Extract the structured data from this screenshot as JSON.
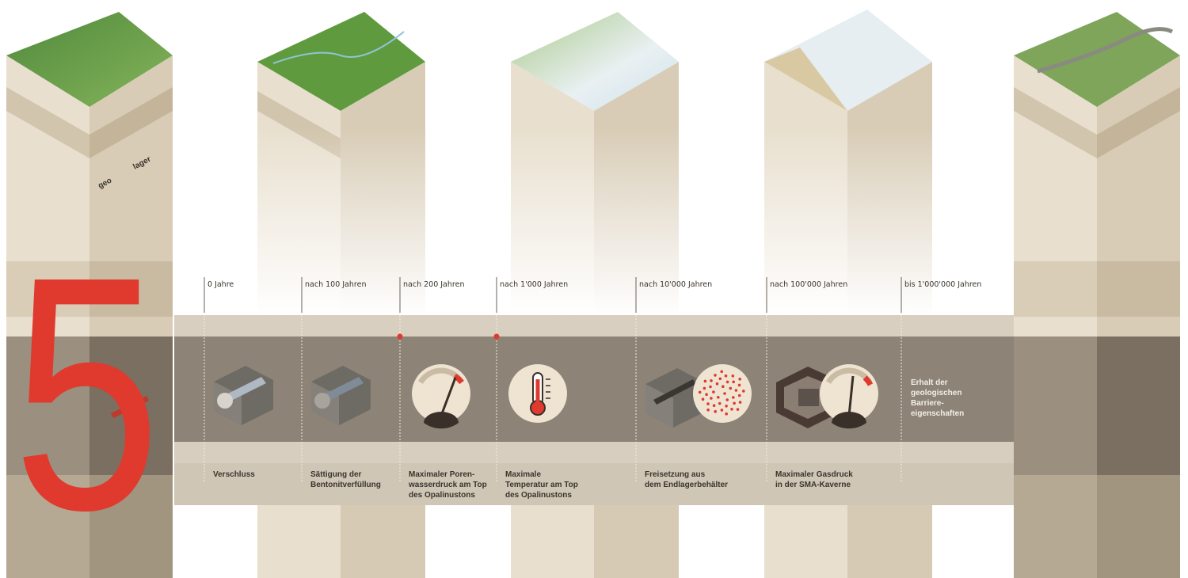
{
  "figure_number": "5",
  "timeline": [
    {
      "label": "0 Jahre",
      "caption": [
        "Verschluss"
      ],
      "icon": "backfilled-tunnel-icon"
    },
    {
      "label": "nach 100 Jahren",
      "caption": [
        "Sättigung der",
        "Bentonitverfüllung"
      ],
      "icon": "saturated-tunnel-icon"
    },
    {
      "label": "nach 200 Jahren",
      "caption": [
        "Maximaler Poren-",
        "wasserdruck am Top",
        "des Opalinustons"
      ],
      "icon": "pressure-gauge-icon"
    },
    {
      "label": "nach 1'000 Jahren",
      "caption": [
        "Maximale",
        "Temperatur am Top",
        "des Opalinustons"
      ],
      "icon": "thermometer-icon"
    },
    {
      "label": "nach 10'000 Jahren",
      "caption": [
        "Freisetzung aus",
        "dem Endlagerbehälter"
      ],
      "icon": "release-particles-icon"
    },
    {
      "label": "nach 100'000 Jahren",
      "caption": [
        "Maximaler Gasdruck",
        "in der SMA-Kaverne"
      ],
      "icon": "gas-pressure-gauge-icon"
    },
    {
      "label": "bis 1'000'000 Jahren",
      "caption": [],
      "icon": ""
    }
  ],
  "final_note": [
    "Erhalt der",
    "geologischen",
    "Barriere-",
    "eigenschaften"
  ],
  "pillar_label_fragments": [
    "geo",
    "lager"
  ],
  "colors": {
    "accent_red": "#e03a2e",
    "band_dark": "#8d8377",
    "sand": "#e4dac8"
  }
}
